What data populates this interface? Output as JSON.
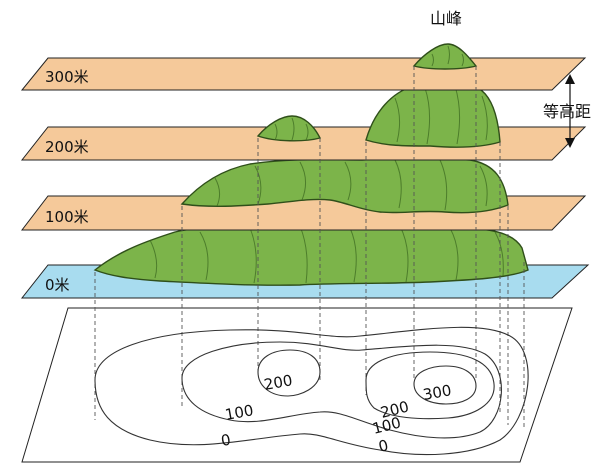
{
  "title": {
    "peak": "山峰",
    "contour_interval": "等高距"
  },
  "planes": [
    {
      "label": "300米",
      "color": "#f5c99a"
    },
    {
      "label": "200米",
      "color": "#f5c99a"
    },
    {
      "label": "100米",
      "color": "#f5c99a"
    },
    {
      "label": "0米",
      "color": "#a8dcef"
    }
  ],
  "contour_labels": {
    "small_hill_200": "200",
    "outer_100": "100",
    "outer_0": "0",
    "big_hill_300": "300",
    "big_hill_200": "200",
    "right_100": "100",
    "right_0": "0"
  },
  "colors": {
    "terrain": "#7cb44a",
    "elevation_plane": "#f5c99a",
    "sea_level_plane": "#a8dcef"
  }
}
